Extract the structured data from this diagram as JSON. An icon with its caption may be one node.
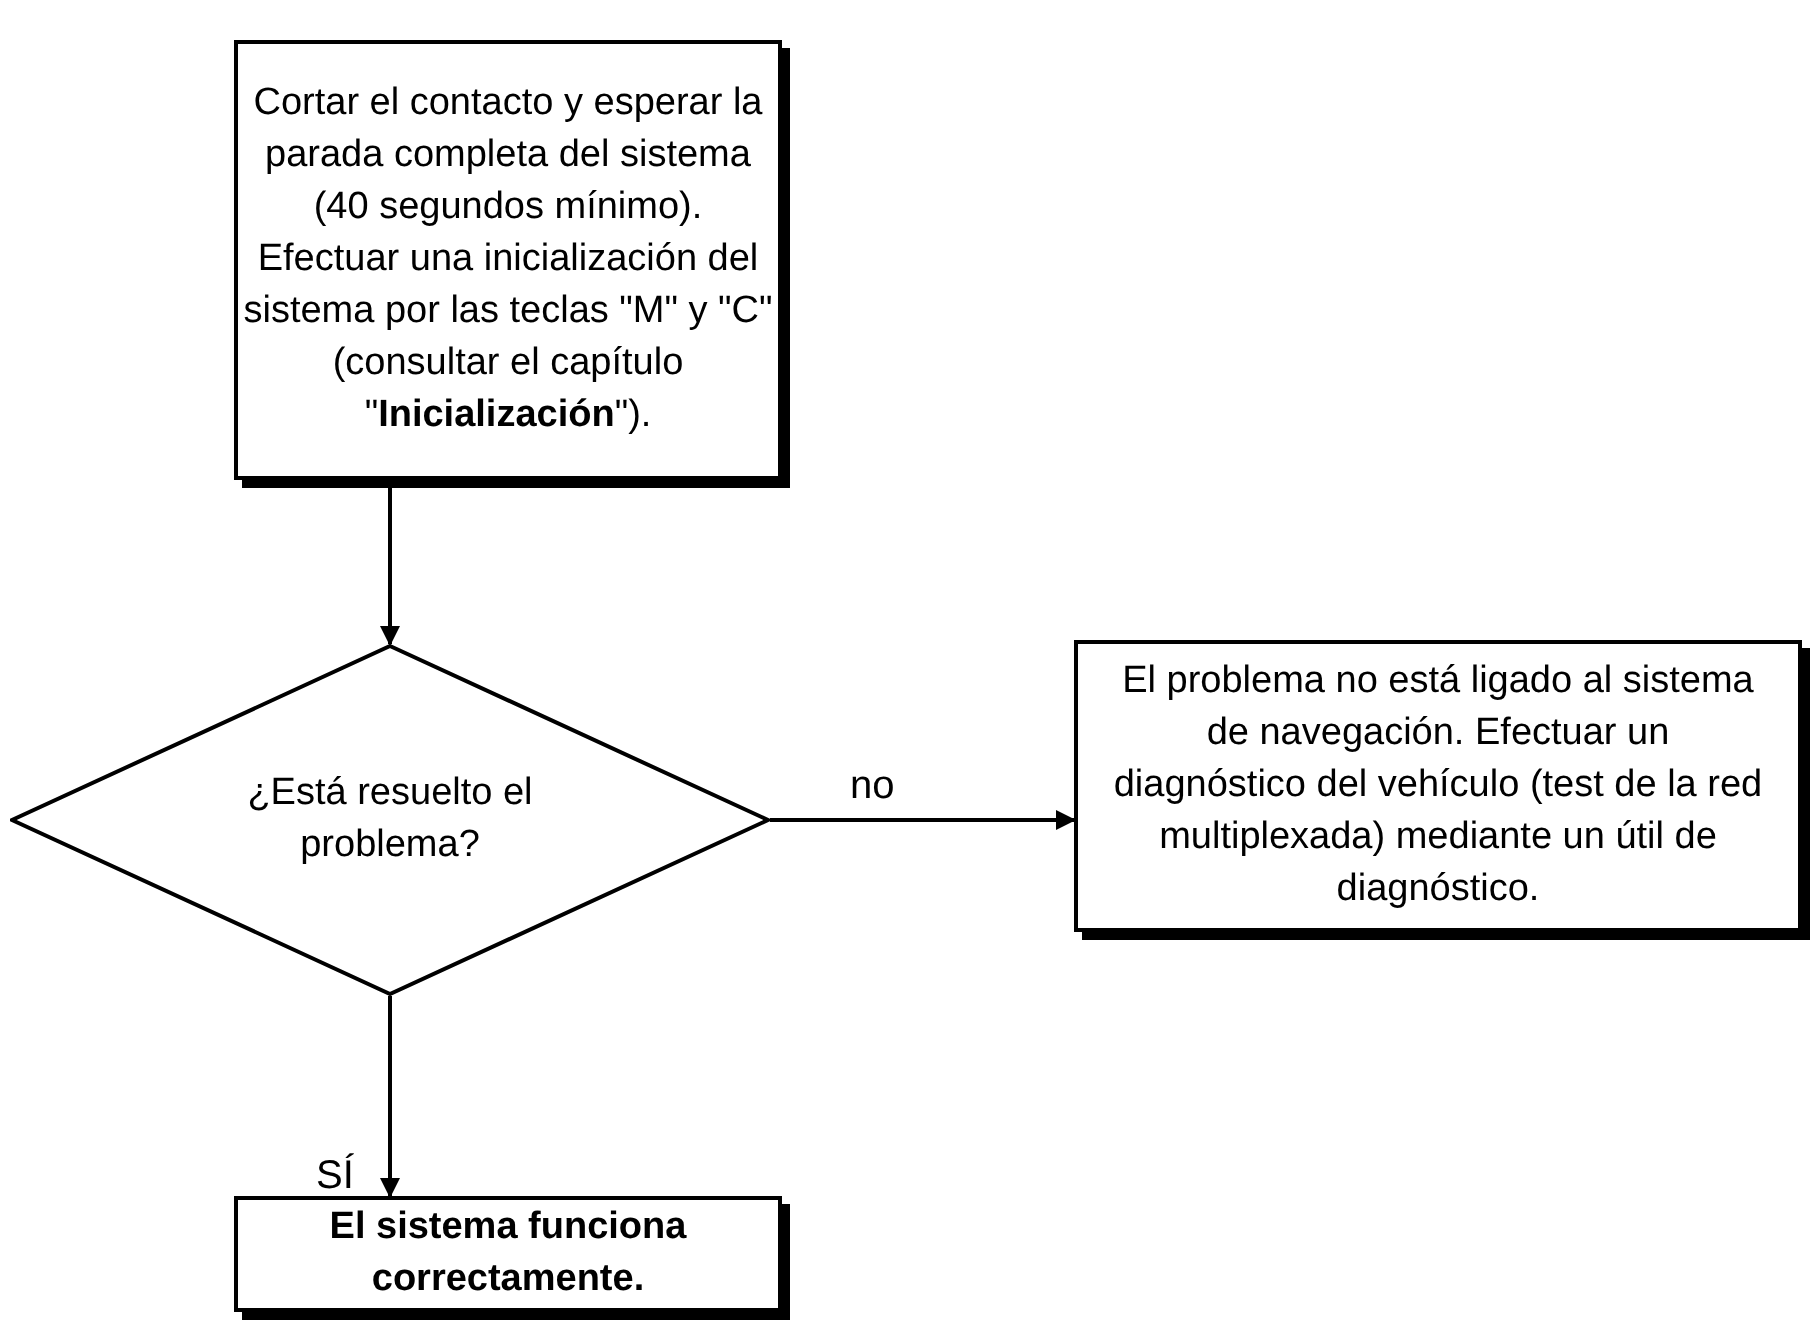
{
  "diagram": {
    "nodes": [
      {
        "text": [
          "Cortar el contacto y esperar la parada completa del sistema (40 segundos mínimo). Efectuar una inicialización del sistema por las teclas \"M\" y \"C\" (consultar el capítulo \"**Inicialización**\")."
        ]
      },
      {
        "text": [
          "¿Está resuelto el problema?"
        ]
      },
      {
        "text": [
          "El problema no está ligado al sistema de navegación. Efectuar un diagnóstico del vehículo (test de la red multiplexada) mediante un útil de diagnóstico."
        ]
      },
      {
        "text": [
          "El sistema funciona correctamente."
        ]
      }
    ],
    "edges": [
      {
        "from": 0,
        "to": 1,
        "arrow": "to"
      },
      {
        "from": 1,
        "to": 2,
        "arrow": "to",
        "label": "no"
      },
      {
        "from": 1,
        "to": 3,
        "arrow": "to",
        "label": "SÍ"
      }
    ]
  }
}
